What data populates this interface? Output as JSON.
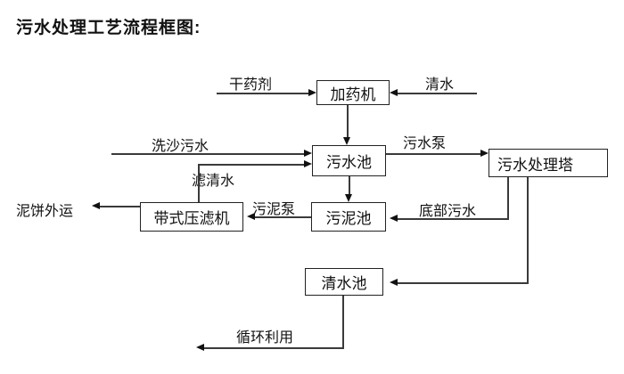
{
  "title": "污水处理工艺流程框图:",
  "diagram": {
    "nodes": {
      "dosing_machine": "加药机",
      "sewage_pool": "污水池",
      "treatment_tower": "污水处理塔",
      "belt_filter_press": "带式压滤机",
      "sludge_pool": "污泥池",
      "clean_water_pool": "清水池"
    },
    "labels": {
      "dry_chemical": "干药剂",
      "clean_water": "清水",
      "sand_washing_sewage": "洗沙污水",
      "sewage_pump": "污水泵",
      "filtered_water": "滤清水",
      "mud_cake_transport": "泥饼外运",
      "sludge_pump": "污泥泵",
      "bottom_sewage": "底部污水",
      "recycle_use": "循环利用"
    },
    "colors": {
      "line": "#3a3a3a",
      "border": "#222222",
      "text": "#111111",
      "background": "#ffffff"
    }
  }
}
